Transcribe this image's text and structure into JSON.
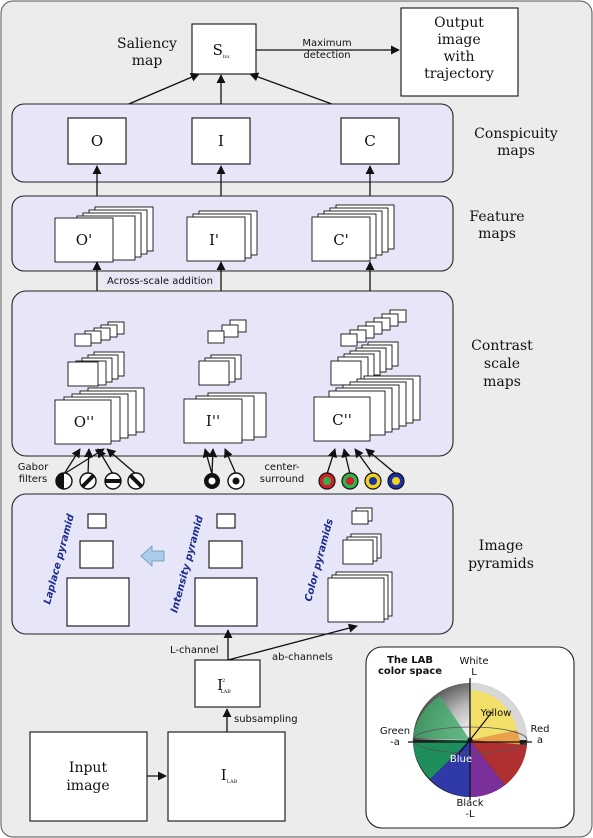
{
  "colors": {
    "background": "#ececec",
    "panel_fill": "#e6e6f8",
    "box_fill": "#ffffff",
    "pyramid_label": "#1e2c8c",
    "blue_arrow": "#a9cdea"
  },
  "saliency": {
    "label": "Saliency\nmap",
    "box": "S",
    "box_sub": "bu"
  },
  "output": {
    "label": "Output\nimage\nwith\ntrajectory",
    "edge_label": "Maximum\ndetection"
  },
  "conspicuity": {
    "label": "Conspicuity\nmaps",
    "boxes": [
      "O",
      "I",
      "C"
    ]
  },
  "feature": {
    "label": "Feature\nmaps",
    "boxes": [
      "O'",
      "I'",
      "C'"
    ],
    "edge_label": "Across-scale addition"
  },
  "contrast": {
    "label": "Contrast\nscale\nmaps",
    "boxes": [
      "O''",
      "I''",
      "C''"
    ]
  },
  "filters": {
    "gabor": "Gabor\nfilters",
    "center": "center-\nsurround",
    "icons": [
      "gabor-vertical-icon",
      "gabor-diagonal-icon",
      "gabor-horizontal-icon",
      "gabor-antidiagonal-icon",
      "center-surround-on-icon",
      "center-surround-off-icon",
      "red-green-icon",
      "green-red-icon",
      "yellow-blue-icon",
      "blue-yellow-icon"
    ]
  },
  "pyramids": {
    "label": "Image\npyramids",
    "laplace": "Laplace pyramid",
    "intensity": "Intensity pyramid",
    "color": "Color pyramids"
  },
  "channels": {
    "l": "L-channel",
    "ab": "ab-channels"
  },
  "ilab2": {
    "main": "I",
    "sup": "2",
    "sub": "LAB"
  },
  "subsampling": "subsampling",
  "input": {
    "label": "Input\nimage"
  },
  "ilab": {
    "main": "I",
    "sub": "LAB"
  },
  "lab": {
    "title": "The LAB\ncolor space",
    "white": "White\nL",
    "black": "Black\n-L",
    "green": "Green\n-a",
    "red": "Red\na",
    "yellow": "Yellow",
    "blue": "Blue"
  }
}
